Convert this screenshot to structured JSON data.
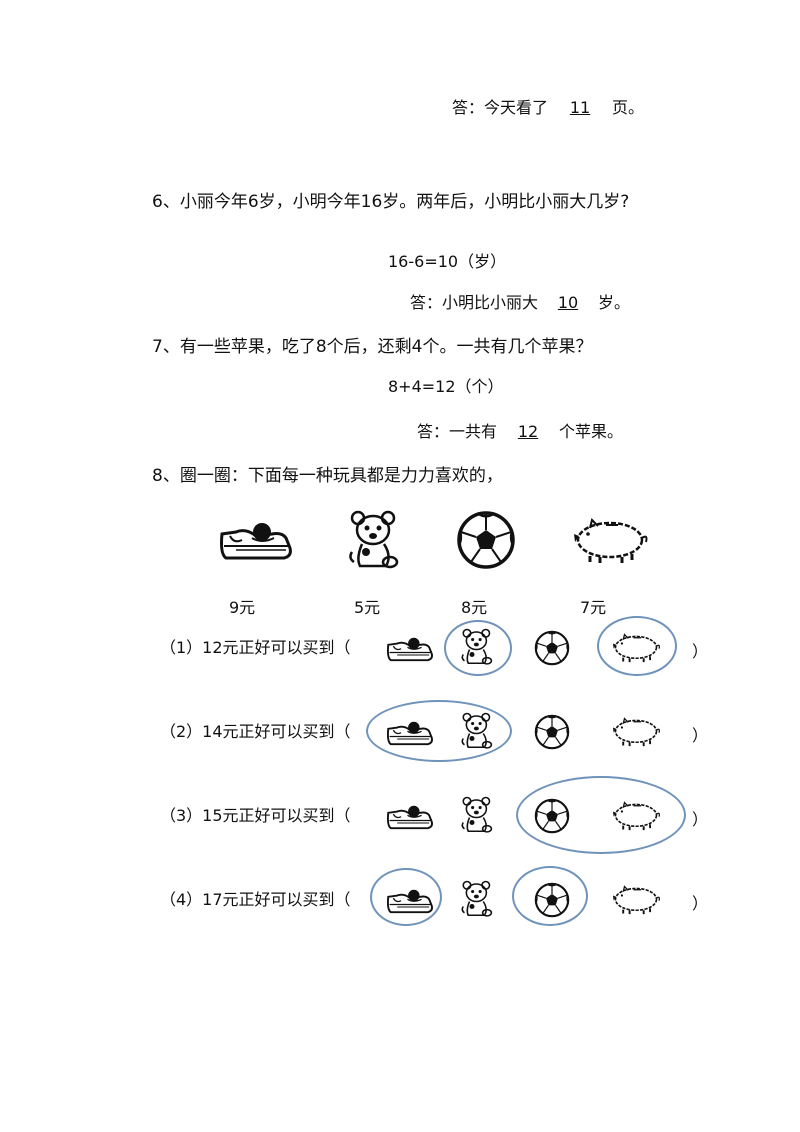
{
  "q5": {
    "answer_prefix": "答：今天看了",
    "answer_value": "11",
    "answer_suffix": "页。"
  },
  "q6": {
    "question": "6、小丽今年6岁，小明今年16岁。两年后，小明比小丽大几岁?",
    "formula": "16-6=10（岁）",
    "answer_prefix": "答：小明比小丽大",
    "answer_value": "10",
    "answer_suffix": "岁。"
  },
  "q7": {
    "question": "7、有一些苹果，吃了8个后，还剩4个。一共有几个苹果？",
    "formula": "8+4=12（个）",
    "answer_prefix": "答：一共有",
    "answer_value": "12",
    "answer_suffix": "个苹果。"
  },
  "q8": {
    "question": "8、圈一圈：下面每一种玩具都是力力喜欢的，",
    "toys": [
      {
        "icon": "skate-shoe-icon",
        "price": "9元"
      },
      {
        "icon": "teddy-bear-icon",
        "price": "5元"
      },
      {
        "icon": "soccer-ball-icon",
        "price": "8元"
      },
      {
        "icon": "piggy-bank-icon",
        "price": "7元"
      }
    ],
    "rows": [
      {
        "label": "（1）12元正好可以买到（",
        "close": "）"
      },
      {
        "label": "（2）14元正好可以买到（",
        "close": "）"
      },
      {
        "label": "（3）15元正好可以买到（",
        "close": "）"
      },
      {
        "label": "（4）17元正好可以买到（",
        "close": "）"
      }
    ]
  }
}
